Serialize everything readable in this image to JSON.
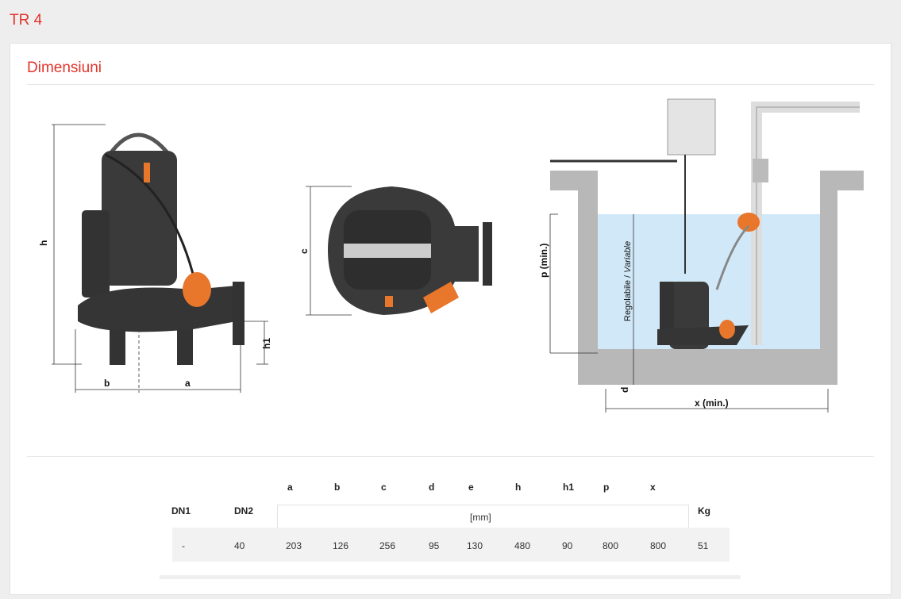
{
  "page_title": "TR 4",
  "section_title": "Dimensiuni",
  "diagram_labels": {
    "h": "h",
    "h1": "h1",
    "a": "a",
    "b": "b",
    "c": "c",
    "p": "p  (min.)",
    "d": "d",
    "x": "x (min.)",
    "regolabile": "Regolabile / ",
    "variable": "Variable"
  },
  "table": {
    "dim_headers": [
      "a",
      "b",
      "c",
      "d",
      "e",
      "h",
      "h1",
      "p",
      "x"
    ],
    "dn1": "DN1",
    "dn2": "DN2",
    "unit": "[mm]",
    "kg": "Kg",
    "row": [
      "-",
      "40",
      "203",
      "126",
      "256",
      "95",
      "130",
      "480",
      "90",
      "800",
      "800",
      "51"
    ]
  },
  "colors": {
    "accent": "#e2342b",
    "pump": "#3a3a3a",
    "float": "#e8762b",
    "water": "#cfe8f7"
  }
}
